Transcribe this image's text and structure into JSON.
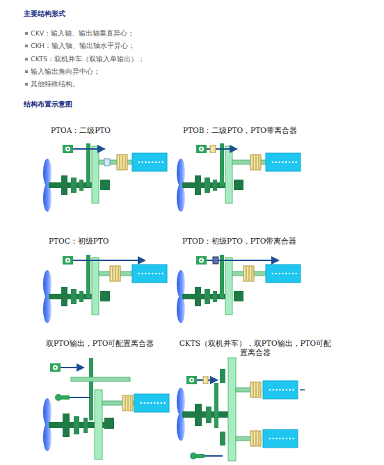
{
  "diagram": {
    "labels": [
      "主要结构形式",
      "CKV：输入轴、输出轴垂直异心；",
      "CKH：输入轴、输出轴水平异心；",
      "CKTS：双机并车（双输入单输出）；",
      "输入输出角向异中心；",
      "其他特殊结构。",
      "结构布置示意图",
      "PTOA：二级PTO",
      "PTOB：二级PTO，PTO带离合器",
      "PTOC：初级PTO",
      "PTOD：初级PTO，PTO带离合器",
      "双PTO输出，PTO可配置离合器",
      "CKTS（双机并车），双PTO输出，PTO可配置离合器"
    ]
  }
}
